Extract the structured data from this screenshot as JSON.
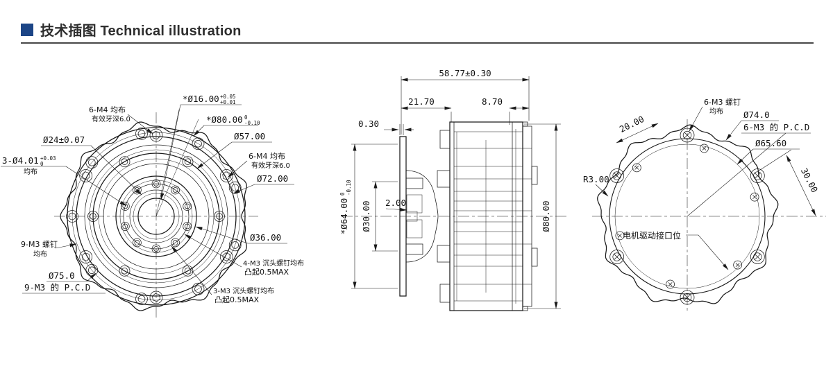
{
  "header": {
    "title": "技术插图 Technical illustration",
    "accent_color": "#1c4586"
  },
  "front_view": {
    "dim_bore": "*Ø16.00",
    "dim_bore_tol_top": "+0.05",
    "dim_bore_tol_bot": "+0.01",
    "m4_top_line1": "6-M4 均布",
    "m4_top_line2": "有效牙深6.0",
    "dim_80": "*Ø80.00",
    "dim_80_tol_top": "0",
    "dim_80_tol_bot": "-0.10",
    "dim_57": "Ø57.00",
    "dim_24": "Ø24±0.07",
    "dim_3x401": "3-Ø4.01",
    "dim_3x401_tol_top": "+0.03",
    "dim_3x401_tol_bot": "0",
    "dim_3x401_line2": "均布",
    "m4_right_line1": "6-M4 均布",
    "m4_right_line2": "有效牙深6.0",
    "dim_72": "Ø72.00",
    "dim_36": "Ø36.00",
    "m3_9_line1": "9-M3 螺钉",
    "m3_9_line2": "均布",
    "m3_4_line1": "4-M3 沉头螺钉均布",
    "m3_4_line2": "凸起0.5MAX",
    "dim_75": "Ø75.0",
    "dim_75_pcd": "9-M3 的 P.C.D",
    "m3_3_line1": "3-M3 沉头螺钉均布",
    "m3_3_line2": "凸起0.5MAX"
  },
  "side_view": {
    "dim_total": "58.77±0.30",
    "dim_left": "21.70",
    "dim_right": "8.70",
    "dim_gap": "0.30",
    "dim_d64": "*Ø64.00",
    "dim_d64_tol_top": "0",
    "dim_d64_tol_bot": "-0.10",
    "dim_d30": "Ø30.00",
    "dim_thk": "2.00",
    "dim_d80": "Ø80.00"
  },
  "rear_view": {
    "m3_6_line1": "6-M3 螺钉",
    "m3_6_line2": "均布",
    "dim_74": "Ø74.0",
    "dim_74_pcd": "6-M3 的 P.C.D",
    "dim_6560": "Ø65.60",
    "dim_arc": "20.00",
    "dim_r3": "R3.00",
    "dim_30": "30.00",
    "motor_note": "电机驱动接口位"
  }
}
